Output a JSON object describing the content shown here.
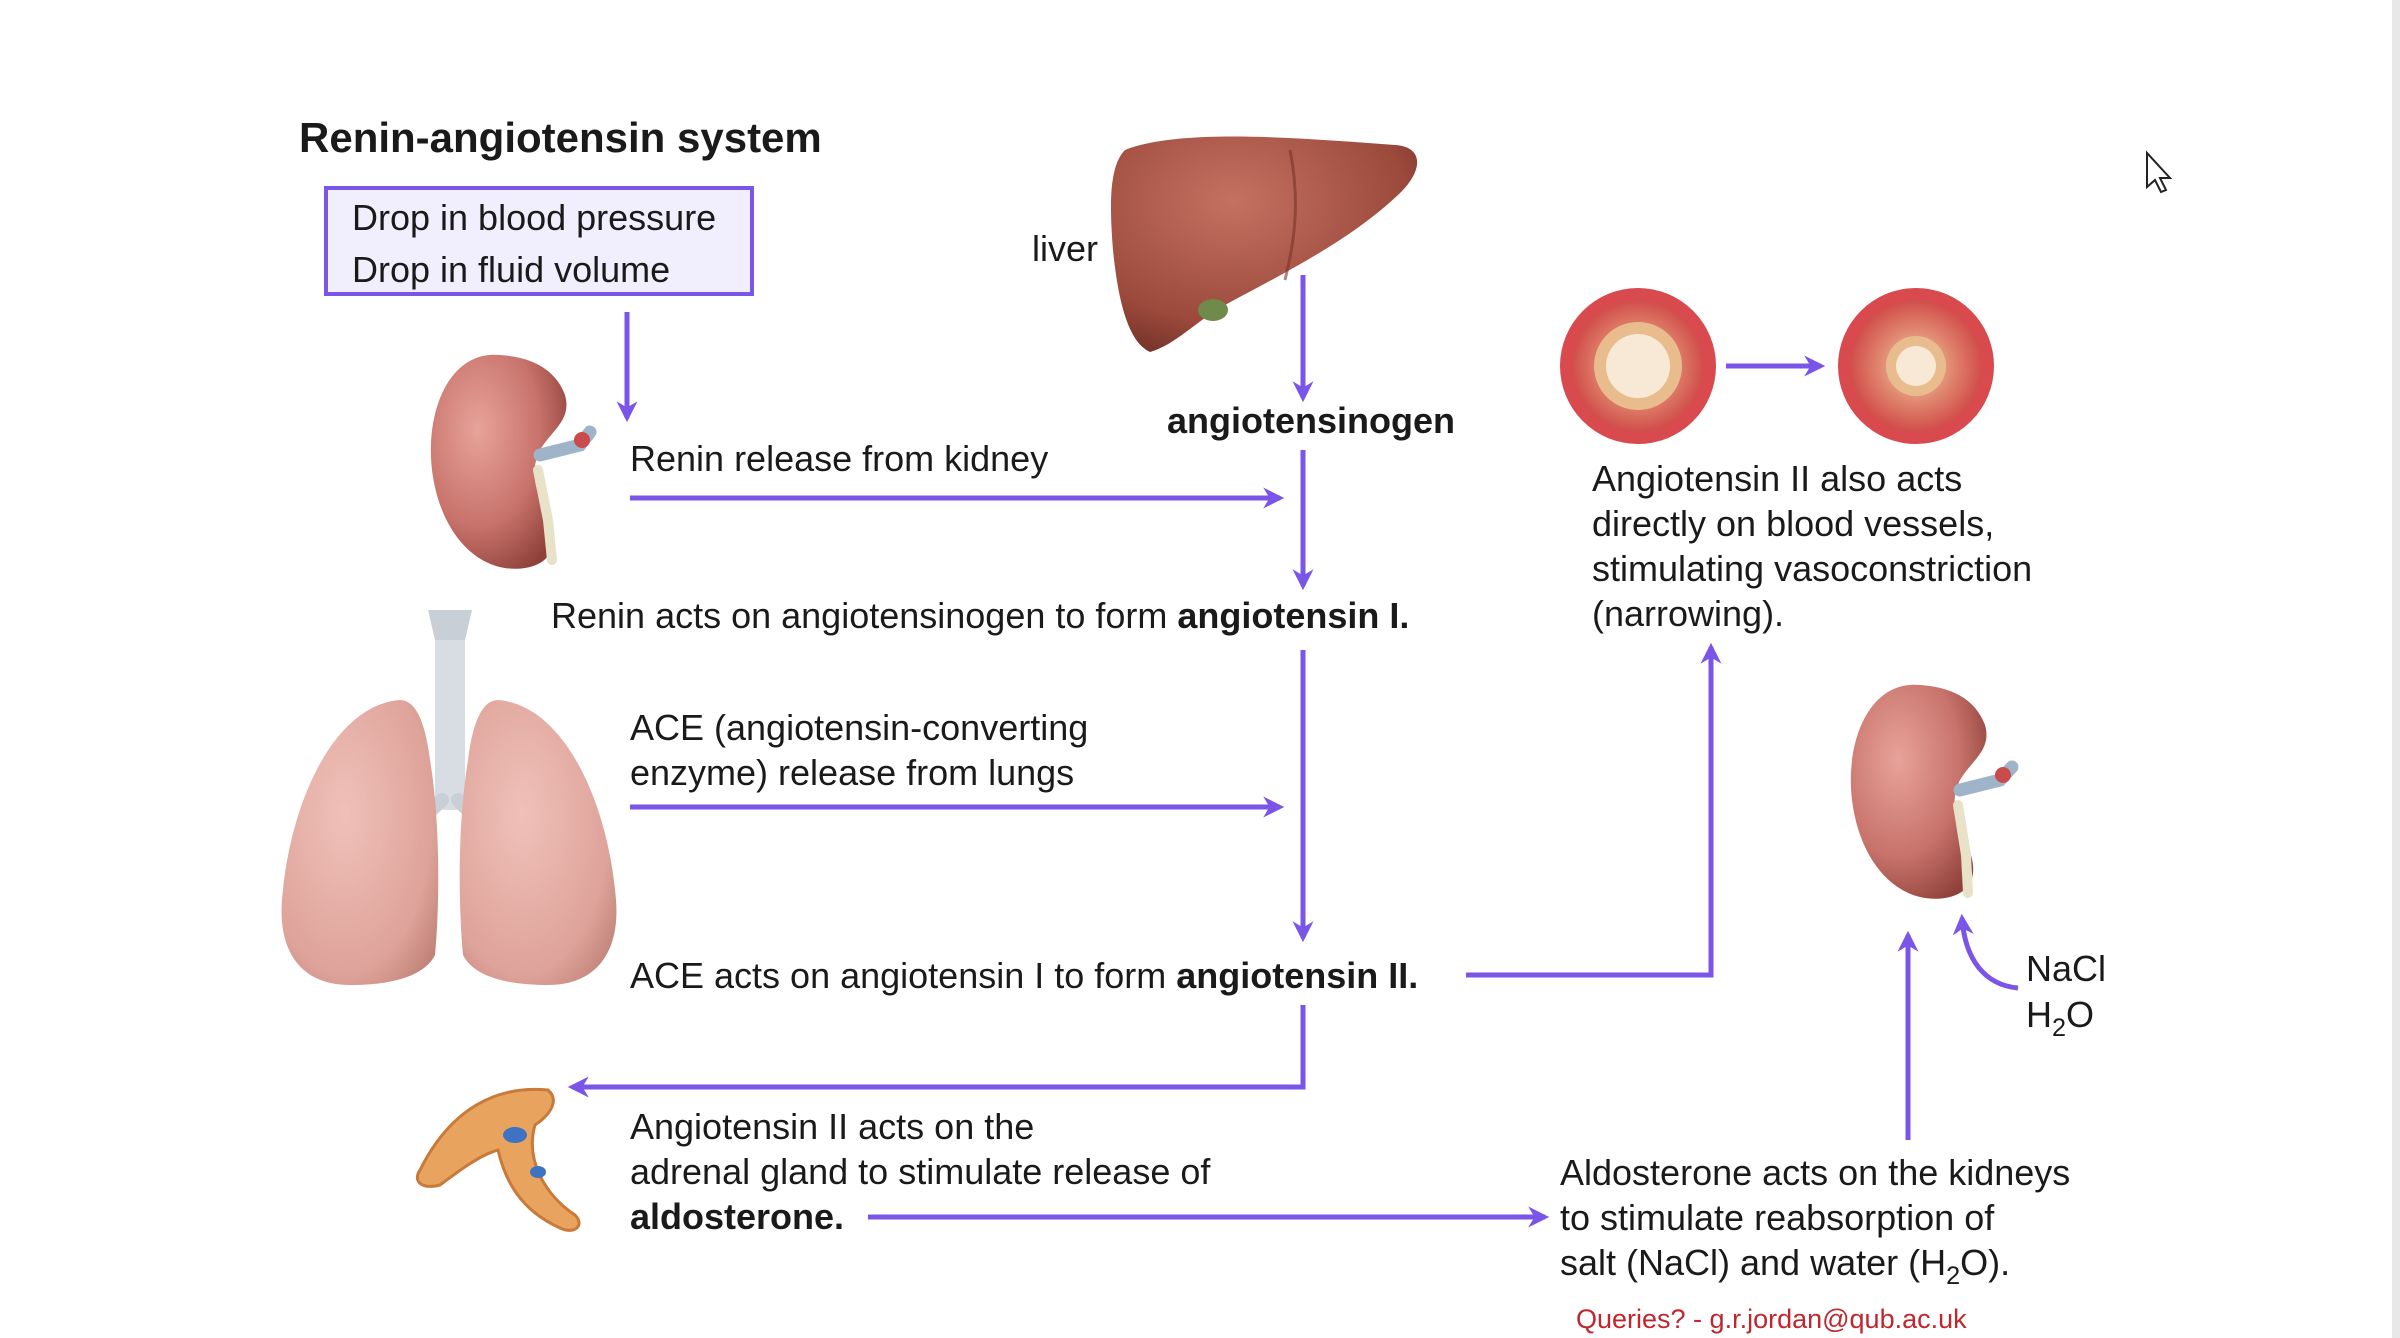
{
  "title": "Renin-angiotensin system",
  "trigger_box": {
    "line1": "Drop in blood pressure",
    "line2": "Drop in fluid volume"
  },
  "labels": {
    "liver": "liver",
    "angiotensinogen": "angiotensinogen",
    "renin_release": "Renin release from kidney",
    "renin_acts_prefix": "Renin acts on angiotensinogen to form ",
    "renin_acts_bold": "angiotensin I.",
    "ace_release_line1": "ACE (angiotensin-converting",
    "ace_release_line2": "enzyme) release from lungs",
    "ace_acts_prefix": "ACE acts on angiotensin I to form ",
    "ace_acts_bold": "angiotensin II.",
    "adrenal_line1": "Angiotensin II acts on the",
    "adrenal_line2": "adrenal gland to stimulate release of",
    "adrenal_line3": "aldosterone.",
    "vaso_line1": "Angiotensin II also acts",
    "vaso_line2": "directly on blood vessels,",
    "vaso_line3": "stimulating vasoconstriction",
    "vaso_line4": "(narrowing).",
    "aldo_line1": "Aldosterone acts on the kidneys",
    "aldo_line2": "to stimulate reabsorption of",
    "aldo_line3_prefix": "salt (NaCl) and water (H",
    "aldo_line3_sub": "2",
    "aldo_line3_suffix": "O).",
    "nacl": "NaCl",
    "h2o_prefix": "H",
    "h2o_sub": "2",
    "h2o_suffix": "O"
  },
  "footer": "Queries? -  g.r.jordan@qub.ac.uk",
  "colors": {
    "arrow": "#7b55e8",
    "box_fill": "#f1eefd",
    "footer": "#c0262d",
    "organ": "#c8736b",
    "liver": "#9c4a3c",
    "lungs": "#dea39a",
    "adrenal": "#e8a45e"
  },
  "icons": [
    "liver-icon",
    "kidney-icon",
    "lungs-icon",
    "adrenal-gland-icon",
    "blood-vessel-icon",
    "cursor-icon"
  ]
}
